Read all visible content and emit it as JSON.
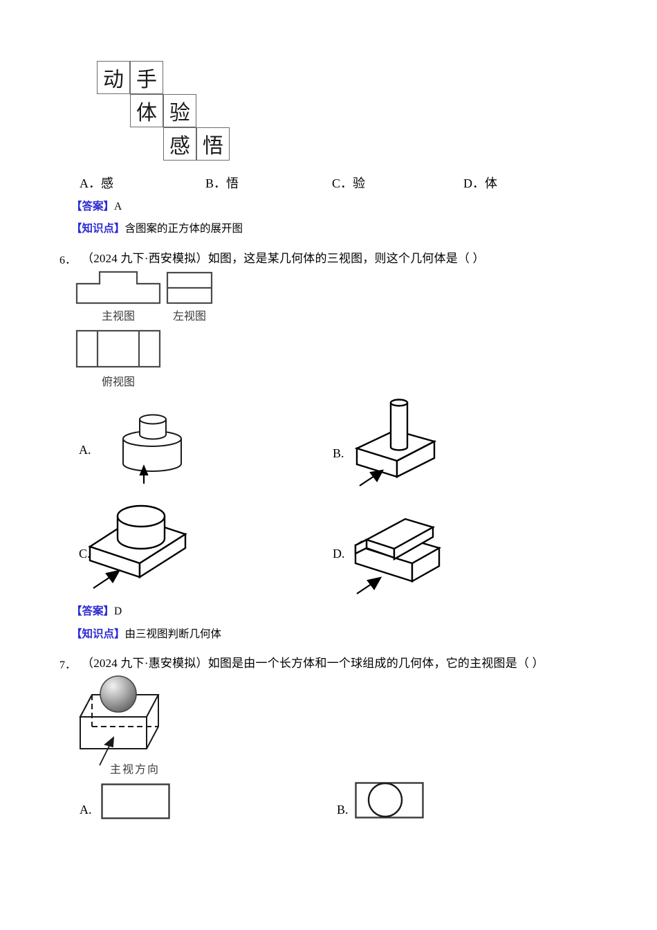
{
  "document": {
    "type": "math-worksheet",
    "language": "zh-CN"
  },
  "question5": {
    "net_diagram": {
      "name": "cube-net-with-characters",
      "cells": [
        {
          "char": "动",
          "row": 0,
          "col": 0
        },
        {
          "char": "手",
          "row": 0,
          "col": 1
        },
        {
          "char": "体",
          "row": 1,
          "col": 1
        },
        {
          "char": "验",
          "row": 1,
          "col": 2
        },
        {
          "char": "感",
          "row": 2,
          "col": 2
        },
        {
          "char": "悟",
          "row": 2,
          "col": 3
        }
      ]
    },
    "options": [
      {
        "label": "A．",
        "text": "感"
      },
      {
        "label": "B．",
        "text": "悟"
      },
      {
        "label": "C．",
        "text": "验"
      },
      {
        "label": "D．",
        "text": "体"
      }
    ],
    "answer": {
      "tag": "【答案】",
      "value": "A"
    },
    "knowledge": {
      "tag": "【知识点】",
      "value": "含图案的正方体的展开图"
    }
  },
  "question6": {
    "number": "6．",
    "stem": "（2024 九下·西安模拟）如图，这是某几何体的三视图，则这个几何体是（      ）",
    "views": [
      {
        "name": "front-view",
        "caption": "主视图"
      },
      {
        "name": "left-view",
        "caption": "左视图"
      },
      {
        "name": "top-view",
        "caption": "俯视图"
      }
    ],
    "options": [
      {
        "label": "A.",
        "shape": "cylinder-on-cylinder"
      },
      {
        "label": "B.",
        "shape": "thin-cylinder-on-cuboid"
      },
      {
        "label": "C.",
        "shape": "cylinder-on-flat-cuboid"
      },
      {
        "label": "D.",
        "shape": "stepped-cuboid"
      }
    ],
    "answer": {
      "tag": "【答案】",
      "value": "D"
    },
    "knowledge": {
      "tag": "【知识点】",
      "value": "由三视图判断几何体"
    }
  },
  "question7": {
    "number": "7．",
    "stem": "（2024 九下·惠安模拟）如图是由一个长方体和一个球组成的几何体，它的主视图是（      ）",
    "figure": {
      "name": "cuboid-with-sphere",
      "direction_label": "主视方向"
    },
    "options": [
      {
        "label": "A.",
        "shape": "plain-rectangle"
      },
      {
        "label": "B.",
        "shape": "rectangle-with-circle"
      }
    ]
  },
  "colors": {
    "tag_blue": "#2a2ad4",
    "line_dark": "#1a1a1a",
    "line_grey": "#4a4a4a",
    "net_border": "#6b6b6b",
    "caption_grey": "#3a3a3a"
  }
}
